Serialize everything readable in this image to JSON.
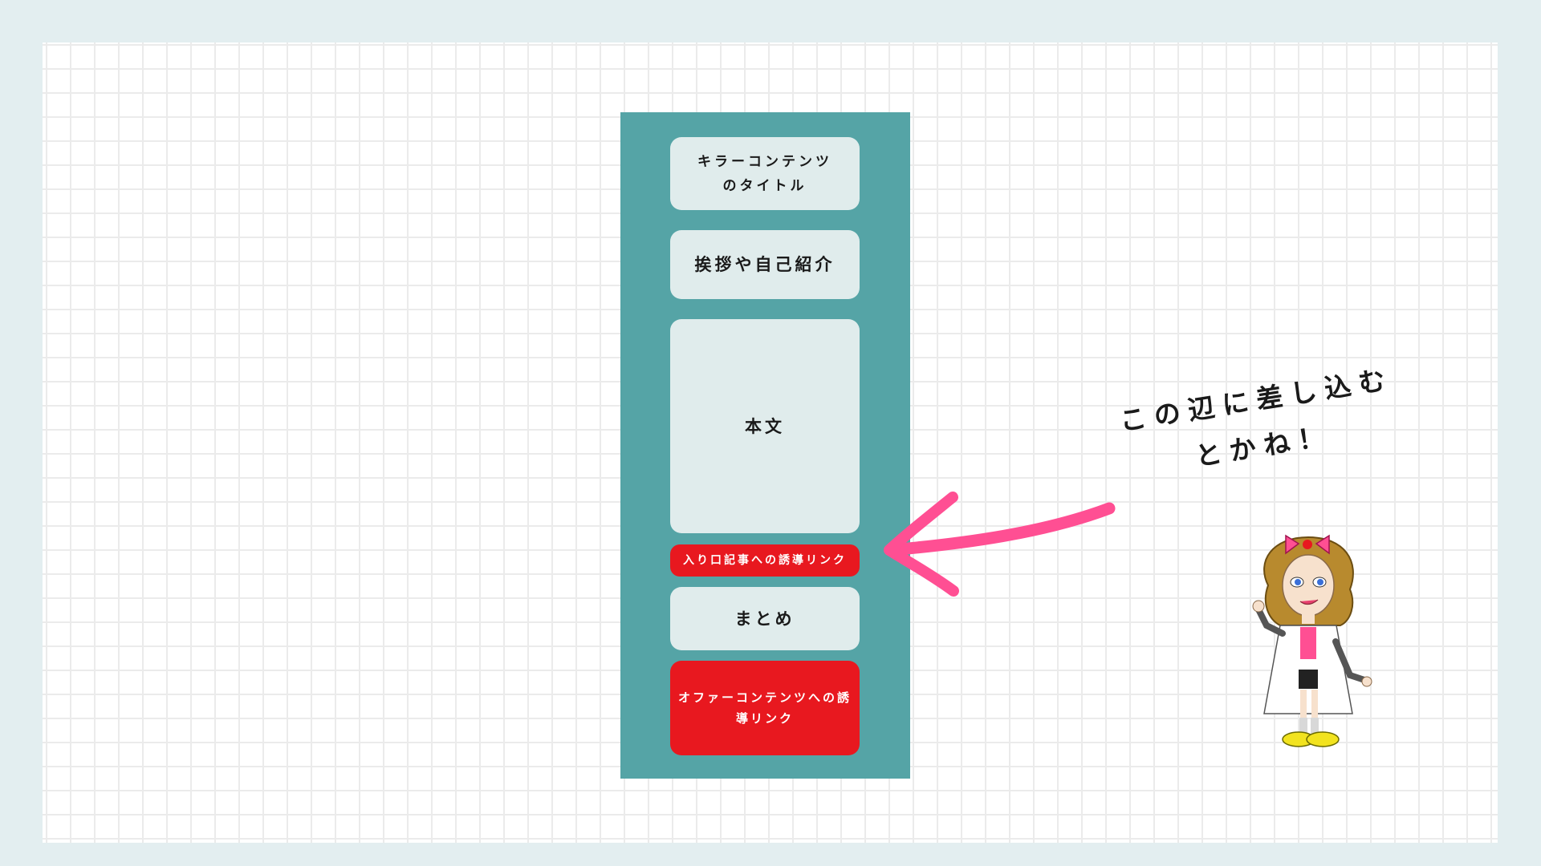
{
  "blocks": {
    "title": "キラーコンテンツのタイトル",
    "greeting": "挨拶や自己紹介",
    "body": "本文",
    "entrance_link": "入り口記事への誘導リンク",
    "summary": "まとめ",
    "offer_link": "オファーコンテンツへの誘導リンク"
  },
  "annotation": {
    "line1": "この辺に差し込む",
    "line2": "とかね！"
  },
  "colors": {
    "panel": "#55a4a6",
    "block": "#e0ecec",
    "link": "#e8181f",
    "arrow": "#ff4f93"
  },
  "icons": {
    "character": "illustrated-doctor-character-icon",
    "arrow": "hand-drawn-arrow"
  }
}
